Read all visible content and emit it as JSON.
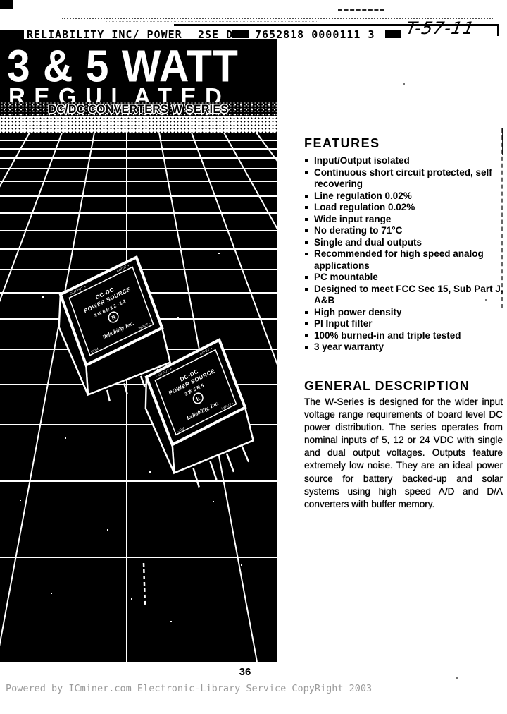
{
  "header": {
    "company": "RELIABILITY INC/ POWER",
    "code": "2SE D",
    "number": "7652818 0000111 3",
    "handwritten": "T-57-11"
  },
  "hero": {
    "title": "3 & 5 WATT",
    "subtitle": "REGULATED",
    "series_banner": "DC/DC CONVERTERS W SERIES",
    "modules": [
      {
        "name_line1": "DC-DC",
        "name_line2": "POWER SOURCE",
        "part": "3W6R12-12",
        "logo_letter": "R",
        "brand": "Reliability Inc.",
        "corner_top_left": "OUTPUT +",
        "corner_top_right": "INPUT +",
        "corner_bottom_left": "COM",
        "corner_bottom_right": "INPUT -"
      },
      {
        "name_line1": "DC-DC",
        "name_line2": "POWER SOURCE",
        "part": "3W6R5",
        "logo_letter": "R",
        "brand": "Reliability, Inc.",
        "corner_top_left": "OUTPUT +",
        "corner_top_right": "INPUT +",
        "corner_bottom_left": "COM",
        "corner_bottom_right": "INPUT -"
      }
    ]
  },
  "features": {
    "heading": "FEATURES",
    "items": [
      "Input/Output isolated",
      "Continuous short circuit protected, self recovering",
      "Line regulation 0.02%",
      "Load regulation 0.02%",
      "Wide input range",
      "No derating to 71°C",
      "Single and dual outputs",
      "Recommended for high speed analog applications",
      "PC mountable",
      "Designed to meet FCC Sec 15, Sub Part J, A&B",
      "High power density",
      "PI Input filter",
      "100% burned-in and triple tested",
      "3 year warranty"
    ]
  },
  "description": {
    "heading": "GENERAL DESCRIPTION",
    "body": "The W-Series is designed for the wider input voltage range requirements of board level DC power distribution. The series operates from nominal inputs of 5, 12 or 24 VDC with single and dual output voltages. Outputs feature extremely low noise. They are an ideal power source for battery backed-up and solar systems using high speed A/D and D/A converters with buffer memory."
  },
  "footer": {
    "page_number": "36",
    "watermark": "Powered by ICminer.com Electronic-Library Service CopyRight 2003"
  },
  "colors": {
    "ink": "#000000",
    "paper": "#ffffff",
    "watermark_gray": "#9b9b9b"
  }
}
